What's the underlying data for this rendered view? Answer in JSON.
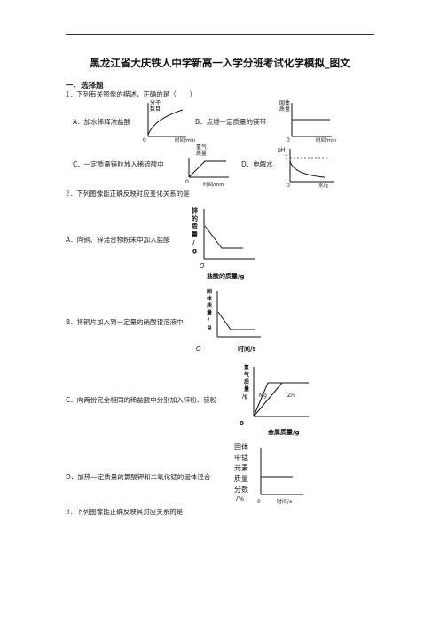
{
  "header": {
    "title": "黑龙江省大庆铁人中学新高一入学分班考试化学模拟_图文"
  },
  "section": {
    "label": "一、选择题"
  },
  "q1": {
    "number": "1．",
    "stem": "下列有关图像的描述，正确的是（　　）",
    "options": [
      {
        "label": "A．加水稀释浓盐酸",
        "ylabel1": "分子",
        "ylabel2": "数目",
        "xlabel": "时间/min",
        "origin": "0"
      },
      {
        "label": "B．点燃一定质量的镁带",
        "ylabel1": "固体",
        "ylabel2": "质量",
        "xlabel": "时间/min",
        "origin": "0"
      },
      {
        "label": "C．一定质量锌粒放入稀硫酸中",
        "ylabel1": "氢气",
        "ylabel2": "质量",
        "xlabel": "时间/min",
        "origin": "0"
      },
      {
        "label": "D．电解水",
        "ylabel1": "pH",
        "tick": "7",
        "xlabel": "水/g",
        "origin": "0"
      }
    ]
  },
  "q2": {
    "number": "2．",
    "stem": "下列图像能正确反映对应变化关系的是",
    "options": [
      {
        "label": "A．向铜、锌混合物粉末中加入盐酸",
        "ylabel": [
          "锌",
          "的",
          "质",
          "量",
          "/",
          "g"
        ],
        "xlabel": "盐酸的质量/g",
        "origin": "O"
      },
      {
        "label": "B．将铜片加入到一定量的硝酸银溶液中",
        "ylabel": [
          "固",
          "体",
          "质",
          "量",
          "/",
          "g"
        ],
        "xlabel": "时间/s",
        "origin": "O"
      },
      {
        "label": "C．向两份完全相同的稀盐酸中分别加入锌粉、镁粉",
        "ylabel": [
          "氢",
          "气",
          "质",
          "量",
          "/g"
        ],
        "xlabel": "金属质量/g",
        "origin": "0",
        "series1": "Mg",
        "series2": "Zn"
      },
      {
        "label": "D．加热一定质量的氯酸钾和二氧化锰的固体混合",
        "ylabel": [
          "固体",
          "中锰",
          "元素",
          "质量",
          "分数",
          "/%"
        ],
        "xlabel": "时间/s",
        "origin": "0"
      }
    ]
  },
  "q3": {
    "number": "3．",
    "stem": "下列图像能正确反映其对应关系的是"
  }
}
